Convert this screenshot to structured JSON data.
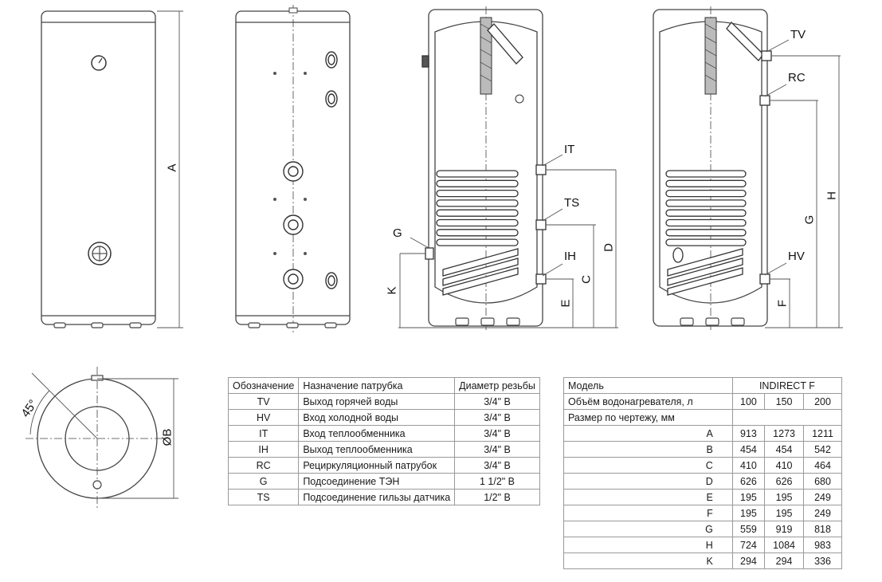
{
  "drawing": {
    "front_dim_label": "A",
    "top_view": {
      "angle_label": "45°",
      "diameter_label": "ØB"
    },
    "section_labels": [
      "IT",
      "TS",
      "IH",
      "G",
      "K",
      "E",
      "C",
      "D"
    ],
    "recirc_labels": [
      "TV",
      "RC",
      "HV",
      "F",
      "G",
      "H"
    ]
  },
  "connections_table": {
    "headers": [
      "Обозначение",
      "Назначение патрубка",
      "Диаметр резьбы"
    ],
    "rows": [
      [
        "TV",
        "Выход горячей воды",
        "3/4\" В"
      ],
      [
        "HV",
        "Вход холодной воды",
        "3/4\" В"
      ],
      [
        "IT",
        "Вход теплообменника",
        "3/4\" В"
      ],
      [
        "IH",
        "Выход теплообменника",
        "3/4\" В"
      ],
      [
        "RC",
        "Рециркуляционный патрубок",
        "3/4\" В"
      ],
      [
        "G",
        "Подсоединение ТЭН",
        "1 1/2\" В"
      ],
      [
        "TS",
        "Подсоединение гильзы датчика",
        "1/2\" В"
      ]
    ]
  },
  "dimensions_table": {
    "model_label": "Модель",
    "model_value": "INDIRECT F",
    "volume_label": "Объём водонагревателя, л",
    "volumes": [
      "100",
      "150",
      "200"
    ],
    "size_label": "Размер по чертежу, мм",
    "rows": [
      {
        "dim": "A",
        "values": [
          "913",
          "1273",
          "1211"
        ]
      },
      {
        "dim": "B",
        "values": [
          "454",
          "454",
          "542"
        ]
      },
      {
        "dim": "C",
        "values": [
          "410",
          "410",
          "464"
        ]
      },
      {
        "dim": "D",
        "values": [
          "626",
          "626",
          "680"
        ]
      },
      {
        "dim": "E",
        "values": [
          "195",
          "195",
          "249"
        ]
      },
      {
        "dim": "F",
        "values": [
          "195",
          "195",
          "249"
        ]
      },
      {
        "dim": "G",
        "values": [
          "559",
          "919",
          "818"
        ]
      },
      {
        "dim": "H",
        "values": [
          "724",
          "1084",
          "983"
        ]
      },
      {
        "dim": "K",
        "values": [
          "294",
          "294",
          "336"
        ]
      }
    ]
  }
}
